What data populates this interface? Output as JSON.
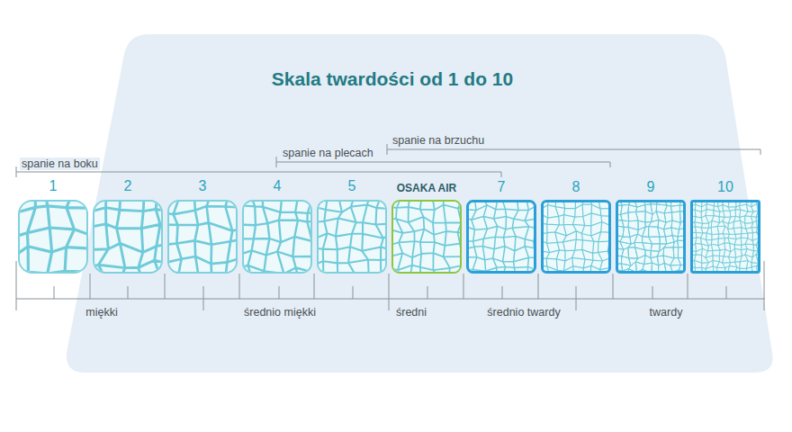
{
  "diagram": {
    "title": "Skala twardości od 1 do 10",
    "nodes": [
      {
        "text": [
          "1"
        ]
      },
      {
        "text": [
          "2"
        ]
      },
      {
        "text": [
          "3"
        ]
      },
      {
        "text": [
          "4"
        ]
      },
      {
        "text": [
          "5"
        ]
      },
      {
        "text": [
          "OSAKA AIR"
        ]
      },
      {
        "text": [
          "7"
        ]
      },
      {
        "text": [
          "8"
        ]
      },
      {
        "text": [
          "9"
        ]
      },
      {
        "text": [
          "10"
        ]
      }
    ],
    "labels": [
      "spanie na boku",
      "spanie na plecach",
      "spanie na brzuchu",
      "miękki",
      "średnio miękki",
      "średni",
      "średnio twardy",
      "twardy"
    ]
  }
}
